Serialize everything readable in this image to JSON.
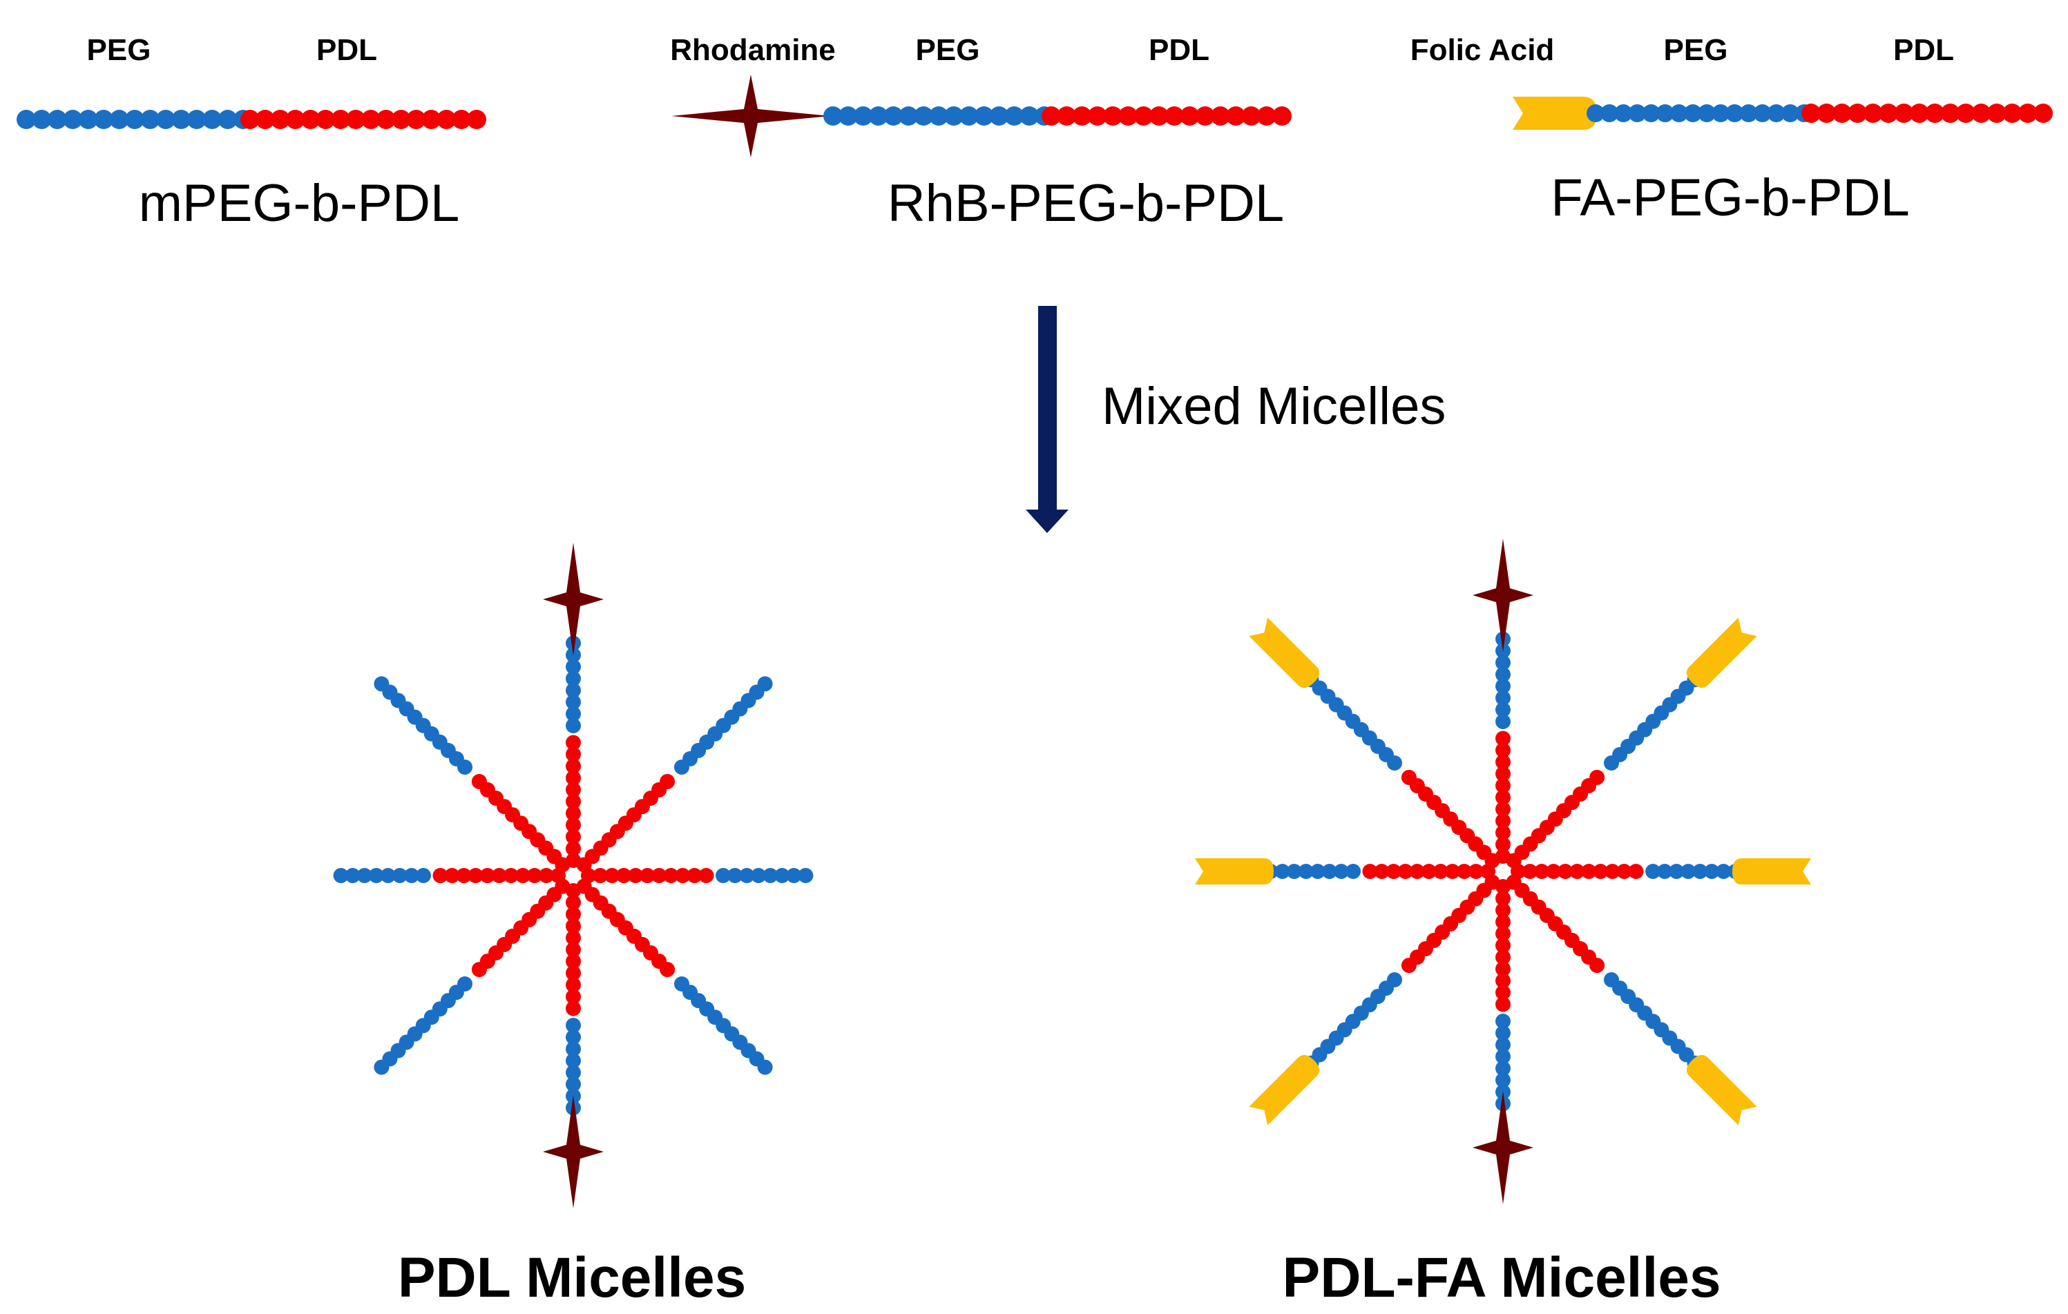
{
  "colors": {
    "peg": "#1a6fc4",
    "pdl": "#f40000",
    "rhodamine": "#6b0000",
    "folic_acid": "#fbbd08",
    "arrow": "#0a1d5c"
  },
  "polymers": [
    {
      "name": "mPEG-b-PDL",
      "segments": {
        "peg": "PEG",
        "pdl": "PDL"
      },
      "end_group": null
    },
    {
      "name": "RhB-PEG-b-PDL",
      "segments": {
        "peg": "PEG",
        "pdl": "PDL"
      },
      "end_group": {
        "label": "Rhodamine",
        "icon": "star-icon"
      }
    },
    {
      "name": "FA-PEG-b-PDL",
      "segments": {
        "peg": "PEG",
        "pdl": "PDL"
      },
      "end_group": {
        "label": "Folic Acid",
        "icon": "forked-capsule-icon"
      }
    }
  ],
  "process_arrow": {
    "label": "Mixed Micelles",
    "icon": "down-arrow-icon"
  },
  "micelles": [
    {
      "label": "PDL Micelles",
      "arm_count": 8,
      "arm_angles_deg": [
        -90,
        -45,
        0,
        45,
        90,
        135,
        180,
        225
      ],
      "end_groups": [
        "rhodamine",
        "none",
        "none",
        "none",
        "rhodamine",
        "none",
        "none",
        "none"
      ]
    },
    {
      "label": "PDL-FA Micelles",
      "arm_count": 8,
      "arm_angles_deg": [
        -90,
        -45,
        0,
        45,
        90,
        135,
        180,
        225
      ],
      "end_groups": [
        "rhodamine",
        "folic_acid",
        "folic_acid",
        "folic_acid",
        "rhodamine",
        "folic_acid",
        "folic_acid",
        "folic_acid"
      ]
    }
  ]
}
